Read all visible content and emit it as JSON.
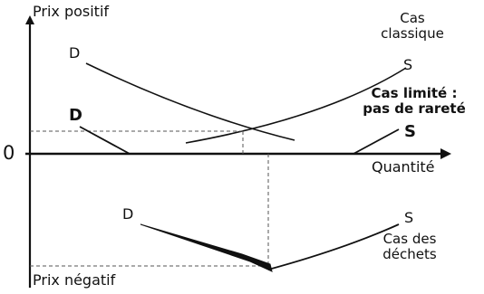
{
  "axes": {
    "y_positive_label": "Prix positif",
    "y_negative_label": "Prix négatif",
    "x_label": "Quantité",
    "origin_label": "0"
  },
  "cases": {
    "classic": {
      "title_line1": "Cas",
      "title_line2": "classique",
      "demand_label": "D",
      "supply_label": "S"
    },
    "limit": {
      "title_line1": "Cas limité :",
      "title_line2": "pas de rareté",
      "demand_label": "D",
      "supply_label": "S"
    },
    "waste": {
      "title_line1": "Cas des",
      "title_line2": "déchets",
      "demand_label": "D",
      "supply_label": "S"
    }
  },
  "colors": {
    "line": "#111111",
    "dashed": "#555555",
    "background": "#ffffff"
  }
}
